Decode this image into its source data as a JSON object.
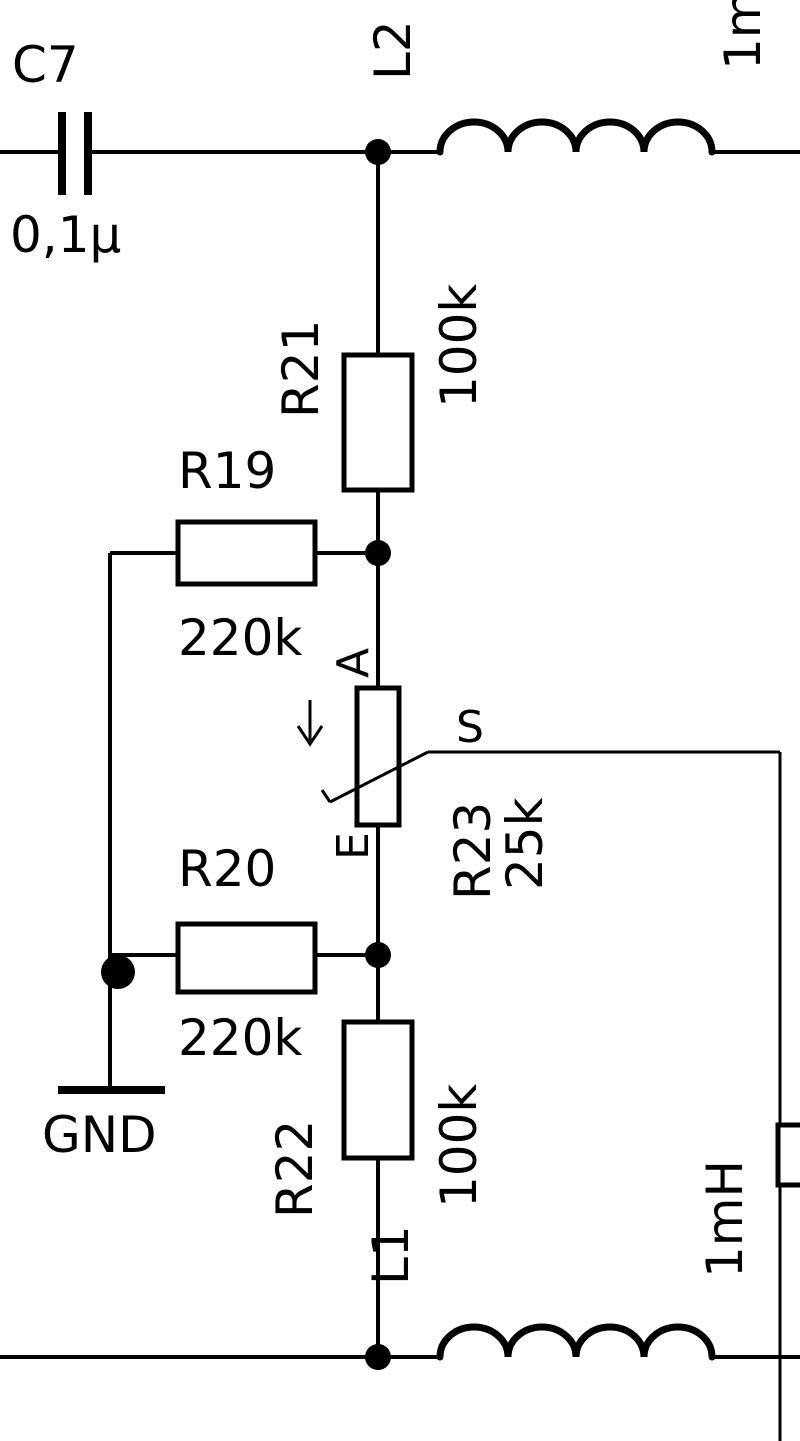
{
  "components": {
    "c7": {
      "ref": "C7",
      "value": "0,1µ"
    },
    "l2": {
      "ref": "L2",
      "value": "1m"
    },
    "r21": {
      "ref": "R21",
      "value": "100k"
    },
    "r19": {
      "ref": "R19",
      "value": "220k"
    },
    "r20": {
      "ref": "R20",
      "value": "220k"
    },
    "r23": {
      "ref": "R23",
      "value": "25k",
      "pins": {
        "a": "A",
        "e": "E",
        "s": "S"
      }
    },
    "r22": {
      "ref": "R22",
      "value": "100k"
    },
    "l1": {
      "ref": "L1",
      "value": "1mH"
    },
    "gnd": {
      "label": "GND"
    }
  }
}
